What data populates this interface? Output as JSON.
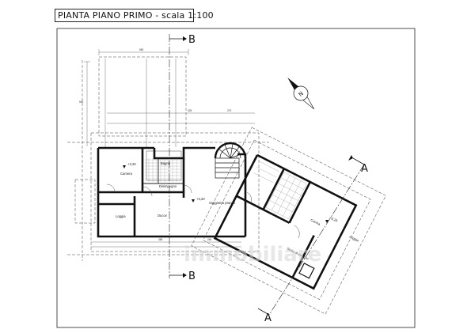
{
  "title": "PIANTA PIANO PRIMO - scala 1:100",
  "section_marks": {
    "b_top": "B",
    "b_bottom": "B",
    "a_top": "A",
    "a_bottom": "A"
  },
  "rooms": {
    "camera_left": "Camera",
    "bagno": "Bagno",
    "disimpegno": "Disimpegno",
    "loggia_left": "Loggia",
    "ducce": "Ducce",
    "soggiorno": "Soggiorno\npranzo",
    "cucina": "Cucina",
    "loggia_right": "Loggia",
    "corridor": "Scala di servizio"
  },
  "levels": {
    "camera": "+3,20",
    "soggiorno": "+3,20",
    "cucina": "+3,20"
  },
  "dimensions": {
    "top_span": "560",
    "left_height": "540",
    "mid_1": "325",
    "mid_2": "270",
    "bottom_1": "385",
    "bottom_2": "260"
  },
  "watermark": "immobiliare",
  "icons": {
    "north_arrow": "north-arrow-icon"
  }
}
